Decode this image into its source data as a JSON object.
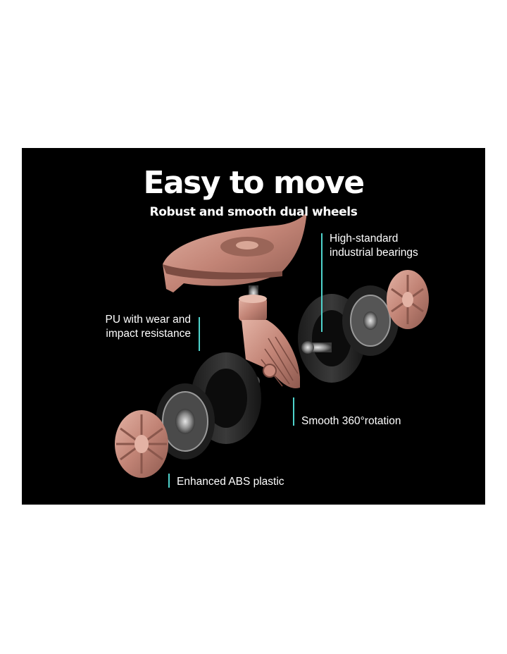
{
  "banner": {
    "title": "Easy to move",
    "subtitle": "Robust and smooth dual wheels"
  },
  "callouts": {
    "bearings_line1": "High-standard",
    "bearings_line2": "industrial bearings",
    "pu_line1": "PU with wear and",
    "pu_line2": "impact resistance",
    "rotation": "Smooth 360°rotation",
    "abs": "Enhanced ABS plastic"
  },
  "colors": {
    "background": "#000000",
    "text": "#ffffff",
    "accent_tick": "#4fd3cc",
    "rose_gold": "#c98a7c",
    "tire": "#2b2b2b"
  }
}
